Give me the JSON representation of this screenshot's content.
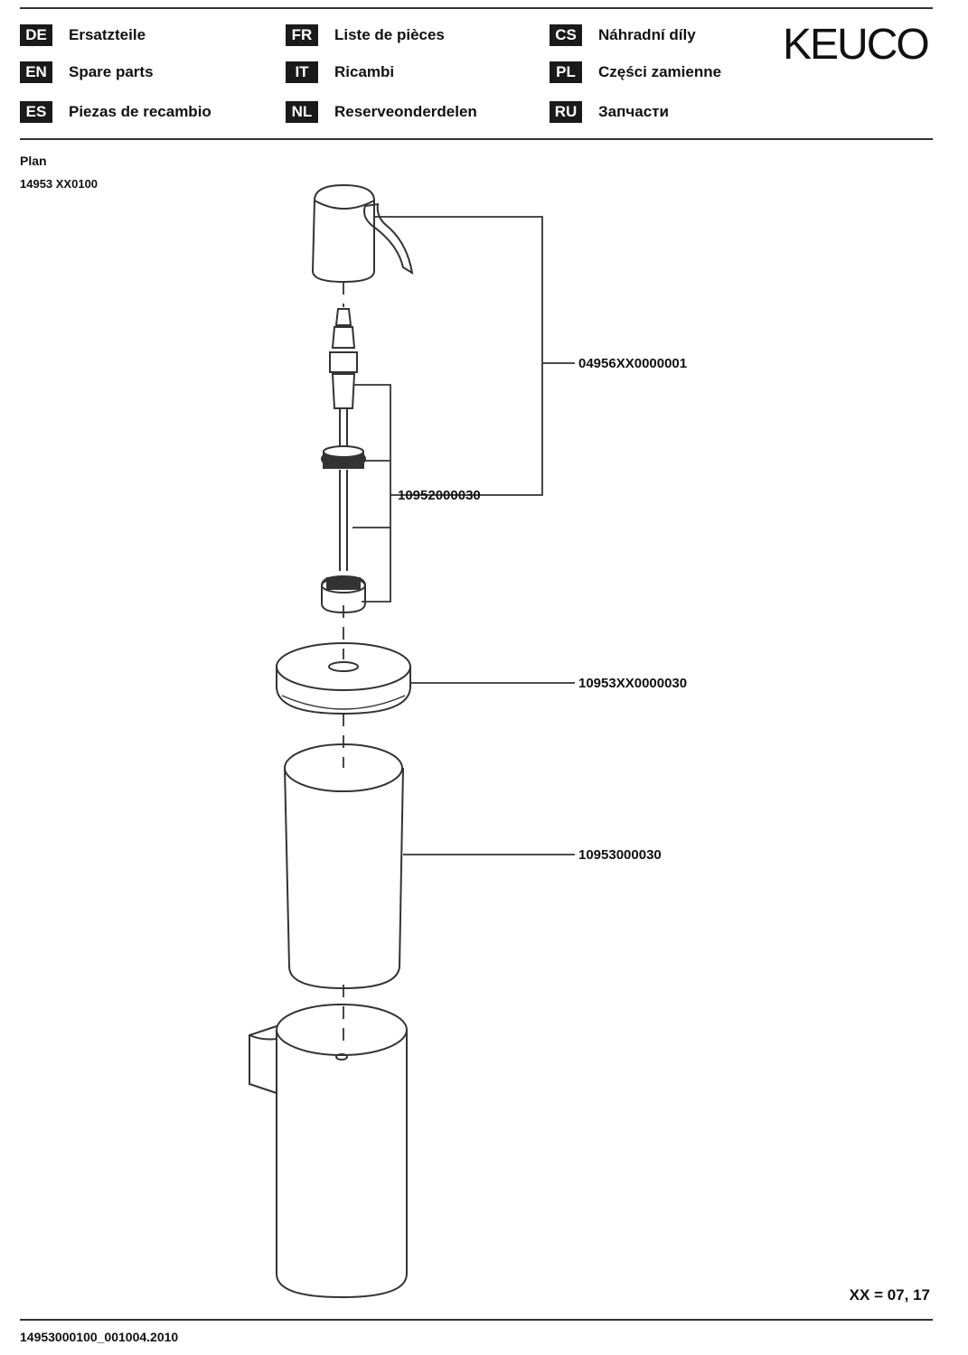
{
  "header": {
    "languages": [
      {
        "code": "DE",
        "label": "Ersatzteile"
      },
      {
        "code": "EN",
        "label": "Spare parts"
      },
      {
        "code": "ES",
        "label": "Piezas de recambio"
      },
      {
        "code": "FR",
        "label": "Liste de pièces"
      },
      {
        "code": "IT",
        "label": "Ricambi"
      },
      {
        "code": "NL",
        "label": "Reserveonderdelen"
      },
      {
        "code": "CS",
        "label": "Náhradní díly"
      },
      {
        "code": "PL",
        "label": "Części zamienne"
      },
      {
        "code": "RU",
        "label": "Запчасти"
      }
    ],
    "brand": "KEUCO"
  },
  "product": {
    "name": "Plan",
    "number": "14953 XX0100"
  },
  "parts": [
    {
      "number": "04956XX0000001"
    },
    {
      "number": "10952000030"
    },
    {
      "number": "10953XX0000030"
    },
    {
      "number": "10953000030"
    }
  ],
  "footer": {
    "scale": "XX = 07, 17",
    "doc_id": "14953000100_001004.2010"
  }
}
